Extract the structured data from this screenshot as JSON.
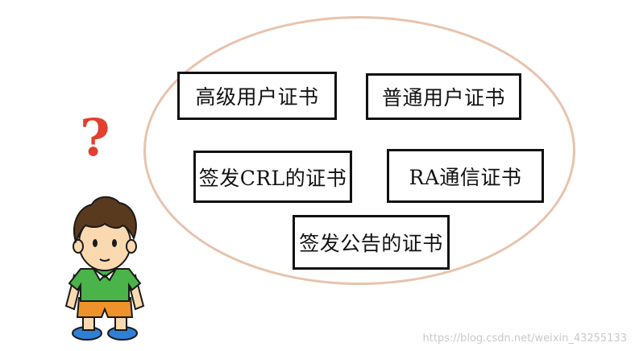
{
  "certificates": [
    {
      "label": "高级用户证书"
    },
    {
      "label": "普通用户证书"
    },
    {
      "label": "签发CRL的证书"
    },
    {
      "label": "RA通信证书"
    },
    {
      "label": "签发公告的证书"
    }
  ],
  "question_mark": "?",
  "watermark": "https://blog.csdn.net/weixin_43255133",
  "colors": {
    "ellipse_border": "#e8c3ac",
    "box_border": "#111111",
    "question_mark": "#e2402f",
    "shirt": "#4ab34a",
    "shorts": "#f0922b",
    "shoes": "#2f7fd6",
    "hair": "#5a3a1e",
    "skin": "#fbd9b0"
  },
  "icons": {
    "person": "cartoon-boy-icon"
  }
}
